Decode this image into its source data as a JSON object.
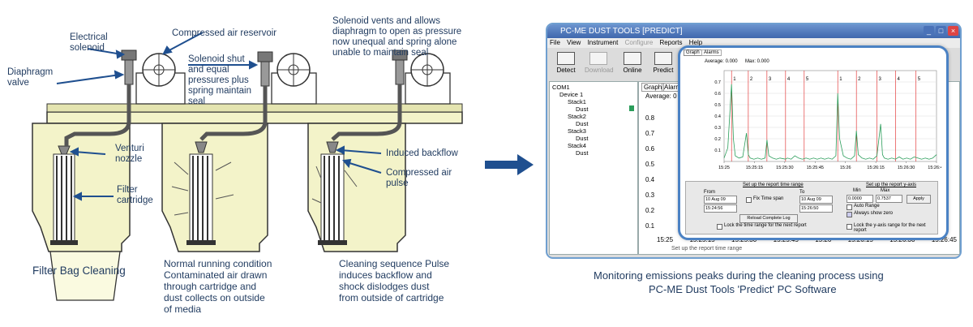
{
  "diagram": {
    "labels": {
      "electrical_solenoid": "Electrical\nsolenoid",
      "compressed_air_reservoir": "Compressed air reservoir",
      "diaphragm_valve": "Diaphragm\nvalve",
      "solenoid_shut": "Solenoid shut\nand equal\npressures plus\nspring maintain\nseal",
      "solenoid_vents": "Solenoid vents and allows\ndiaphragm to open as pressure\nnow unequal and spring alone\nunable to maintain seal",
      "venturi_nozzle": "Venturi\nnozzle",
      "filter_cartridge": "Filter\ncartridge",
      "induced_backflow": "Induced backflow",
      "compressed_air_pulse": "Compressed air\npulse"
    },
    "captions": {
      "filter_bag_cleaning": "Filter Bag Cleaning",
      "normal_running": "Normal running condition\nContaminated air drawn\nthrough cartridge and\ndust collects on outside\nof media",
      "cleaning_sequence": "Cleaning sequence Pulse\ninduces backflow and\nshock dislodges dust\nfrom outside of cartridge"
    },
    "colors": {
      "text": "#1f3a5f",
      "arrow": "#1f4f8f",
      "housing": "#f3f3c9",
      "outline": "#333333"
    }
  },
  "software": {
    "window_title": "PC-ME DUST TOOLS [PREDICT]",
    "menu": [
      "File",
      "View",
      "Instrument",
      "Configure",
      "Reports",
      "Help"
    ],
    "toolbar": [
      "Detect",
      "Download",
      "Online",
      "Predict"
    ],
    "tree": [
      "COM1",
      "Device 1",
      "Stack1",
      "Dust",
      "Stack2",
      "Dust",
      "Stack3",
      "Dust",
      "Stack4",
      "Dust"
    ],
    "bg_tabs": [
      "Graph",
      "Alarms"
    ],
    "bg_average": "Average: 0",
    "bg_yticks": [
      "0.8",
      "0.7",
      "0.6",
      "0.5",
      "0.4",
      "0.3",
      "0.2",
      "0.1"
    ],
    "bg_xticks": [
      "15:25",
      "15:25:15",
      "15:25:30",
      "15:25:45",
      "15:26",
      "15:26:15",
      "15:26:30",
      "15:26:45"
    ],
    "bg_footer": "Set up the report time range"
  },
  "inset": {
    "tabs": [
      "Graph",
      "Alarms"
    ],
    "average": "Average: 0.000",
    "max": "Max: 0.000",
    "time_range_title": "Set up the report time range",
    "yaxis_title": "Set up the report y-axis",
    "from_label": "From",
    "to_label": "To",
    "from_date": "10 Aug 09",
    "from_time": "15:24:56",
    "to_date": "10 Aug 09",
    "to_time": "15:26:50",
    "fix_time_span": "Fix Time span",
    "min_label": "Min",
    "max_label": "Max",
    "min_value": "0.0000",
    "max_value": "0.7537",
    "apply": "Apply",
    "auto_range": "Auto Range",
    "always_show_zero": "Always show zero",
    "reload": "Reload Complete Log",
    "lock_time": "Lock the time range for the next report",
    "lock_yaxis": "Lock the y-axis range for the next report"
  },
  "caption": {
    "line1": "Monitoring emissions peaks during the cleaning process using",
    "line2": "PC-ME Dust Tools 'Predict' PC Software"
  },
  "chart_data": {
    "type": "line",
    "title": "",
    "xlabel": "",
    "ylabel": "",
    "ylim": [
      0,
      0.8
    ],
    "yticks": [
      0.1,
      0.2,
      0.3,
      0.4,
      0.5,
      0.6,
      0.7
    ],
    "xticks": [
      "15:25",
      "15:25:15",
      "15:25:30",
      "15:25:45",
      "15:26",
      "15:26:15",
      "15:26:30",
      "15:26:45"
    ],
    "x": [
      0,
      2,
      4,
      5,
      6,
      8,
      10,
      12,
      13,
      14,
      16,
      18,
      20,
      22,
      23,
      24,
      26,
      28,
      30,
      33,
      34,
      36,
      38,
      40,
      42,
      44,
      46,
      48,
      50,
      52,
      54,
      56,
      58,
      60,
      61,
      62,
      64,
      66,
      68,
      70,
      71,
      72,
      74,
      76,
      78,
      80,
      82,
      84,
      85,
      86,
      88,
      90,
      92,
      94,
      96,
      98,
      100,
      102,
      104,
      106,
      108,
      110,
      112,
      114
    ],
    "series": [
      {
        "values": [
          0.03,
          0.12,
          0.68,
          0.2,
          0.05,
          0.03,
          0.04,
          0.25,
          0.06,
          0.03,
          0.02,
          0.03,
          0.02,
          0.03,
          0.19,
          0.05,
          0.03,
          0.02,
          0.03,
          0.02,
          0.03,
          0.02,
          0.05,
          0.03,
          0.02,
          0.03,
          0.02,
          0.03,
          0.02,
          0.03,
          0.02,
          0.03,
          0.02,
          0.05,
          0.6,
          0.2,
          0.05,
          0.03,
          0.02,
          0.05,
          0.27,
          0.06,
          0.03,
          0.02,
          0.03,
          0.02,
          0.05,
          0.33,
          0.06,
          0.03,
          0.02,
          0.03,
          0.02,
          0.04,
          0.02,
          0.03,
          0.02,
          0.04,
          0.03,
          0.02,
          0.03,
          0.02,
          0.03,
          0.06
        ]
      }
    ],
    "markers": [
      {
        "x": 4,
        "label": "1"
      },
      {
        "x": 13,
        "label": "2"
      },
      {
        "x": 23,
        "label": "3"
      },
      {
        "x": 33,
        "label": "4"
      },
      {
        "x": 43,
        "label": "5"
      },
      {
        "x": 61,
        "label": "1"
      },
      {
        "x": 71,
        "label": "2"
      },
      {
        "x": 82,
        "label": "3"
      },
      {
        "x": 92,
        "label": "4"
      },
      {
        "x": 103,
        "label": "5"
      }
    ],
    "colors": {
      "series": "#2a9d5a",
      "marker": "#e02020",
      "grid": "#dddddd"
    }
  }
}
